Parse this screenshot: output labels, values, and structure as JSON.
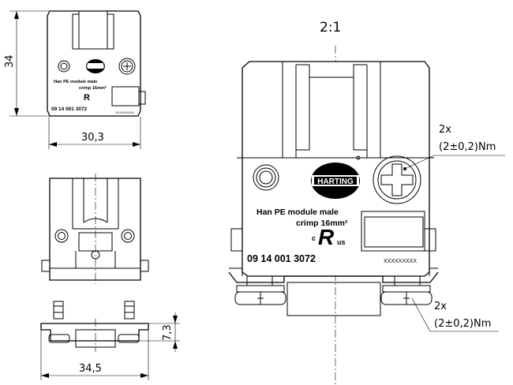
{
  "scale": "2:1",
  "dimensions": {
    "height": "34",
    "width_top": "30,3",
    "depth": "7,3",
    "width_bottom": "34,5"
  },
  "torque_callouts": [
    {
      "count": "2x",
      "value": "(2±0,2)Nm"
    },
    {
      "count": "2x",
      "value": "(2±0,2)Nm"
    }
  ],
  "product": {
    "brand": "HARTING",
    "name_line1": "Han PE module male",
    "name_line2": "crimp 16mm²",
    "part_number": "09 14 001 3072",
    "serial_placeholder": "XXXXXXXXX",
    "cert_mark": "c",
    "cert_mark_main": "R",
    "cert_mark_suffix": "us"
  }
}
